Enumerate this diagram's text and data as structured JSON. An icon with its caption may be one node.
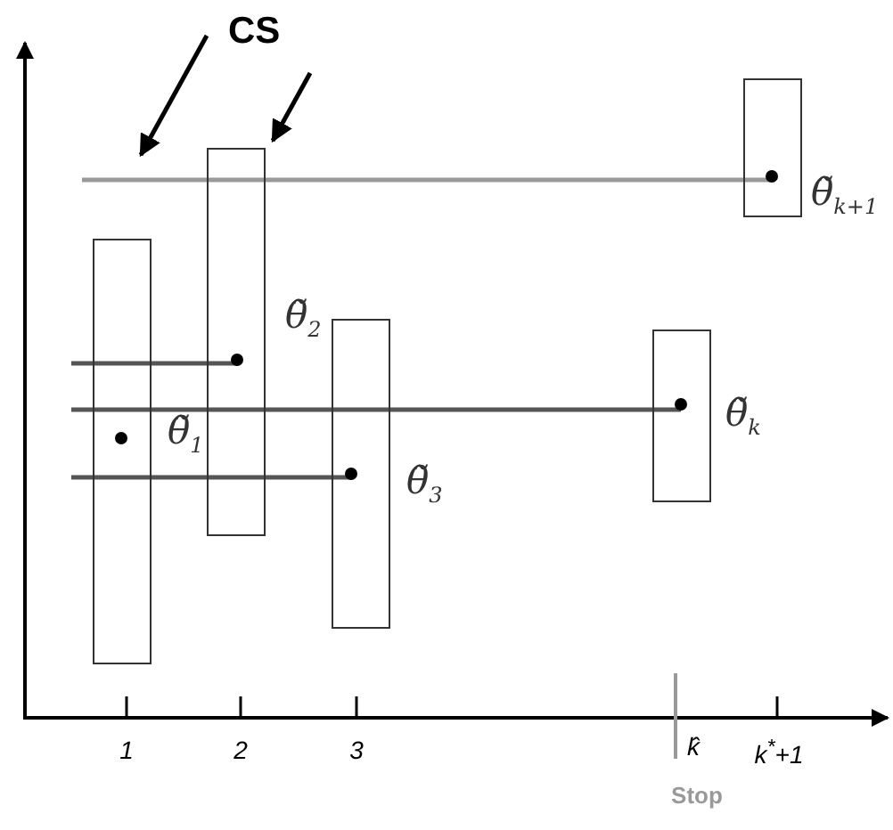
{
  "diagram": {
    "nodes": [
      {
        "text": [
          "CS"
        ]
      },
      {
        "text": [],
        "shape": "box",
        "beside": [
          "θ̃$_{1}$"
        ]
      },
      {
        "text": [],
        "shape": "box",
        "beside": [
          "θ̃$_{2}$"
        ]
      },
      {
        "text": [],
        "shape": "box",
        "beside": [
          "θ̃$_{3}$"
        ]
      },
      {
        "text": [],
        "shape": "box",
        "beside": [
          "θ̃$_{k}$"
        ]
      },
      {
        "text": [],
        "shape": "box",
        "beside": [
          "θ̃$_{k+1}$"
        ]
      }
    ],
    "edges": [
      {
        "from": 0,
        "to": null,
        "arrow": "to"
      },
      {
        "from": 0,
        "to": 2,
        "arrow": "to"
      }
    ],
    "labels": [
      "1",
      "2",
      "3",
      "k̂",
      "k$^{*}$+1",
      "Stop"
    ]
  }
}
